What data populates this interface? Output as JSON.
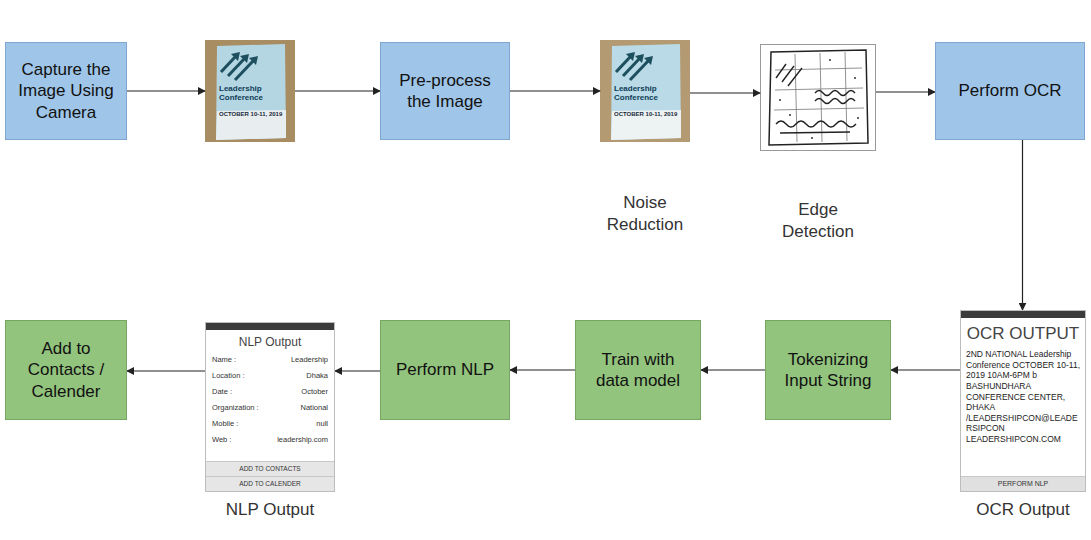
{
  "diagram": {
    "nodes": [
      {
        "text": [
          "Capture the Image Using Camera"
        ]
      },
      {
        "text": [
          "Leadership Conference",
          "OCTOBER 10-11, 2019"
        ]
      },
      {
        "text": [
          "Pre-process the Image"
        ]
      },
      {
        "text": [
          "Leadership Conference",
          "OCTOBER 10-11, 2019",
          "Noise Reduction"
        ]
      },
      {
        "text": [
          "Edge Detection"
        ]
      },
      {
        "text": [
          "Perform OCR"
        ]
      },
      {
        "text": [
          "OCR OUTPUT",
          "2ND NATIONAL Leadership Conference OCTOBER 10-11, 2019 10AM-6PM b BASHUNDHARA CONFERENCE CENTER, DHAKA /LEADERSHIPCON@LEADERSIPCON LEADERSHIPCON.COM",
          "PERFORM NLP",
          "OCR Output"
        ]
      },
      {
        "text": [
          "Tokenizing Input String"
        ]
      },
      {
        "text": [
          "Train with data model"
        ]
      },
      {
        "text": [
          "Perform NLP"
        ]
      },
      {
        "text": [
          "NLP Output",
          "Name :",
          "Leadership",
          "Location :",
          "Dhaka",
          "Date :",
          "October",
          "Organization :",
          "National",
          "Mobile :",
          "null",
          "Web :",
          "leadership.com",
          "ADD TO CONTACTS",
          "ADD TO CALENDER",
          "NLP Output"
        ]
      },
      {
        "text": [
          "Add to Contacts / Calender"
        ]
      }
    ],
    "edges": [
      {
        "from": 0,
        "to": 1,
        "arrow": "to"
      },
      {
        "from": 1,
        "to": 2,
        "arrow": "to"
      },
      {
        "from": 2,
        "to": 3,
        "arrow": "to"
      },
      {
        "from": 3,
        "to": 4,
        "arrow": "to"
      },
      {
        "from": 4,
        "to": 5,
        "arrow": "to"
      },
      {
        "from": 5,
        "to": 6,
        "arrow": "to"
      },
      {
        "from": 6,
        "to": 7,
        "arrow": "to"
      },
      {
        "from": 7,
        "to": 8,
        "arrow": "to"
      },
      {
        "from": 8,
        "to": 9,
        "arrow": "to"
      },
      {
        "from": 9,
        "to": 10,
        "arrow": "to"
      },
      {
        "from": 10,
        "to": 11,
        "arrow": "to"
      }
    ]
  }
}
